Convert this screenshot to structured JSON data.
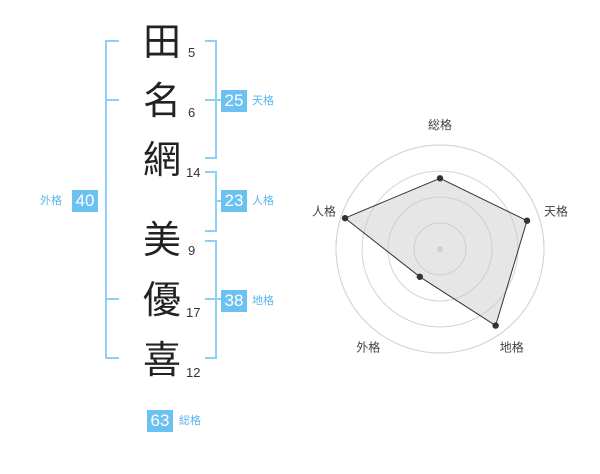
{
  "name": {
    "surname": [
      {
        "char": "田",
        "strokes": "5"
      },
      {
        "char": "名",
        "strokes": "6"
      },
      {
        "char": "網",
        "strokes": "14"
      }
    ],
    "given": [
      {
        "char": "美",
        "strokes": "9"
      },
      {
        "char": "優",
        "strokes": "17"
      },
      {
        "char": "喜",
        "strokes": "12"
      }
    ]
  },
  "fortunes": {
    "tenkaku": {
      "label": "天格",
      "value": "25"
    },
    "jinkaku": {
      "label": "人格",
      "value": "23"
    },
    "chikaku": {
      "label": "地格",
      "value": "38"
    },
    "gaikaku": {
      "label": "外格",
      "value": "40"
    },
    "soukaku": {
      "label": "総格",
      "value": "63"
    }
  },
  "colors": {
    "accent": "#6cc1f3",
    "bracket": "#8fd0f6"
  },
  "chart_data": {
    "type": "radar",
    "axes": [
      "総格",
      "天格",
      "地格",
      "外格",
      "人格"
    ],
    "values": [
      0.68,
      0.88,
      0.91,
      0.33,
      0.96
    ],
    "max": 1,
    "rings": 4
  }
}
